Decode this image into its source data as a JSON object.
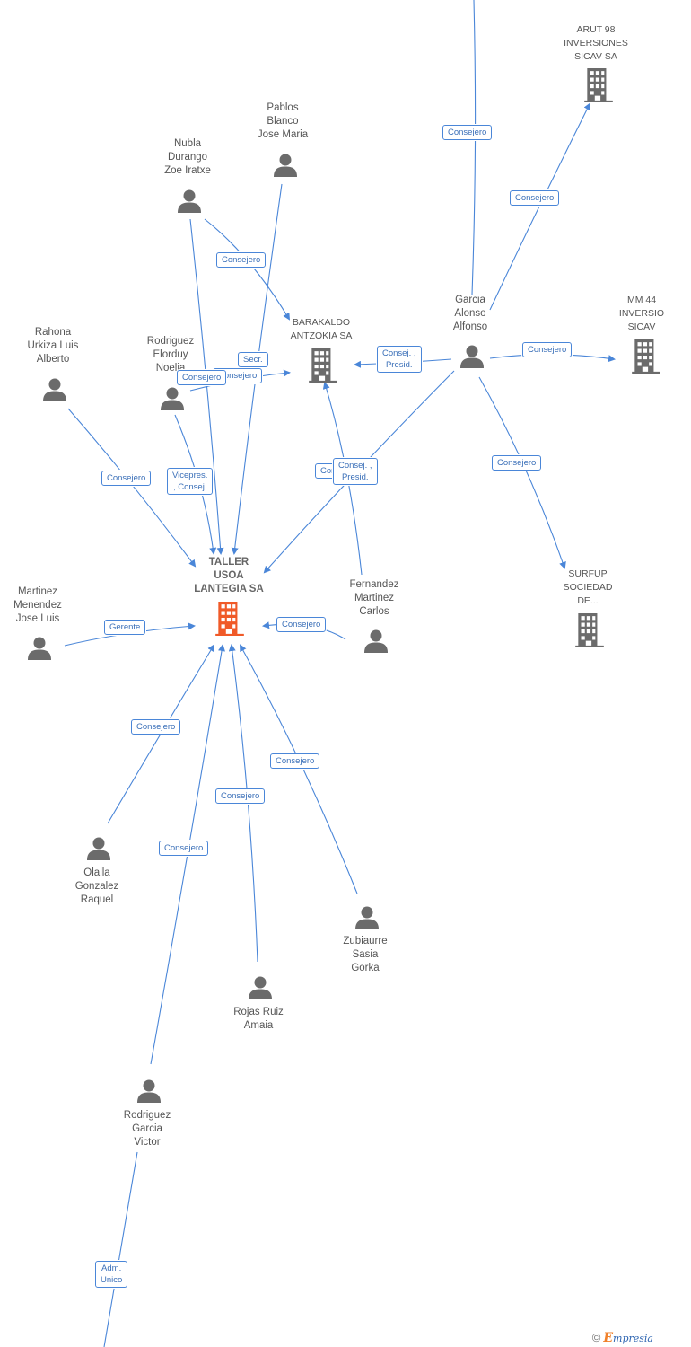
{
  "colors": {
    "edge": "#4a86d8",
    "person_icon": "#6b6b6b",
    "company_icon": "#6b6b6b",
    "main_company_icon": "#f05a28"
  },
  "main_company": {
    "label": "TALLER\nUSOA\nLANTEGIA SA"
  },
  "companies": [
    {
      "id": "arut98",
      "label": "ARUT 98\nINVERSIONES\nSICAV SA",
      "icon": "building-icon"
    },
    {
      "id": "barakaldo",
      "label": "BARAKALDO\nANTZOKIA SA",
      "icon": "building-icon"
    },
    {
      "id": "mm44",
      "label": "MM 44\nINVERSIO\nSICAV",
      "icon": "building-icon"
    },
    {
      "id": "surfup",
      "label": "SURFUP\nSOCIEDAD\nDE...",
      "icon": "building-icon"
    }
  ],
  "people": [
    {
      "id": "pablos",
      "label": "Pablos\nBlanco\nJose Maria",
      "icon": "person-icon"
    },
    {
      "id": "nubla",
      "label": "Nubla\nDurango\nZoe Iratxe",
      "icon": "person-icon"
    },
    {
      "id": "rahona",
      "label": "Rahona\nUrkiza Luis\nAlberto",
      "icon": "person-icon"
    },
    {
      "id": "rodriguez_noelia",
      "label": "Rodriguez\nElorduy\nNoelia",
      "icon": "person-icon"
    },
    {
      "id": "garcia",
      "label": "Garcia\nAlonso\nAlfonso",
      "icon": "person-icon"
    },
    {
      "id": "martinez",
      "label": "Martinez\nMenendez\nJose Luis",
      "icon": "person-icon"
    },
    {
      "id": "fernandez",
      "label": "Fernandez\nMartinez\nCarlos",
      "icon": "person-icon"
    },
    {
      "id": "olalla",
      "label": "Olalla\nGonzalez\nRaquel",
      "icon": "person-icon"
    },
    {
      "id": "zubiaurre",
      "label": "Zubiaurre\nSasia\nGorka",
      "icon": "person-icon"
    },
    {
      "id": "rojas",
      "label": "Rojas Ruiz\nAmaia",
      "icon": "person-icon"
    },
    {
      "id": "rodriguez_victor",
      "label": "Rodriguez\nGarcia\nVictor",
      "icon": "person-icon"
    }
  ],
  "edge_labels": {
    "top_consejero": "Consejero",
    "arut_consejero": "Consejero",
    "nubla_barakaldo": "Consejero",
    "garcia_barakaldo": "Consej. ,\nPresid.",
    "garcia_mm44": "Consejero",
    "rodriguez_secr": "Secr.",
    "rodriguez_consejero_hidden": "Consejero",
    "rodriguez_consejero": "Consejero",
    "rahona_consejero": "Consejero",
    "rodriguez_vicepres": "Vicepres.\n, Consej.",
    "fernandez_barakaldo_hidden": "Consejero",
    "garcia_taller": "Consej. ,\nPresid.",
    "garcia_surfup": "Consejero",
    "martinez_gerente": "Gerente",
    "fernandez_consejero": "Consejero",
    "olalla_consejero": "Consejero",
    "zubiaurre_consejero": "Consejero",
    "rojas_consejero": "Consejero",
    "victor_consejero": "Consejero",
    "victor_adm": "Adm.\nUnico"
  },
  "brand": {
    "copyright": "©",
    "initial": "E",
    "rest": "mpresia"
  }
}
